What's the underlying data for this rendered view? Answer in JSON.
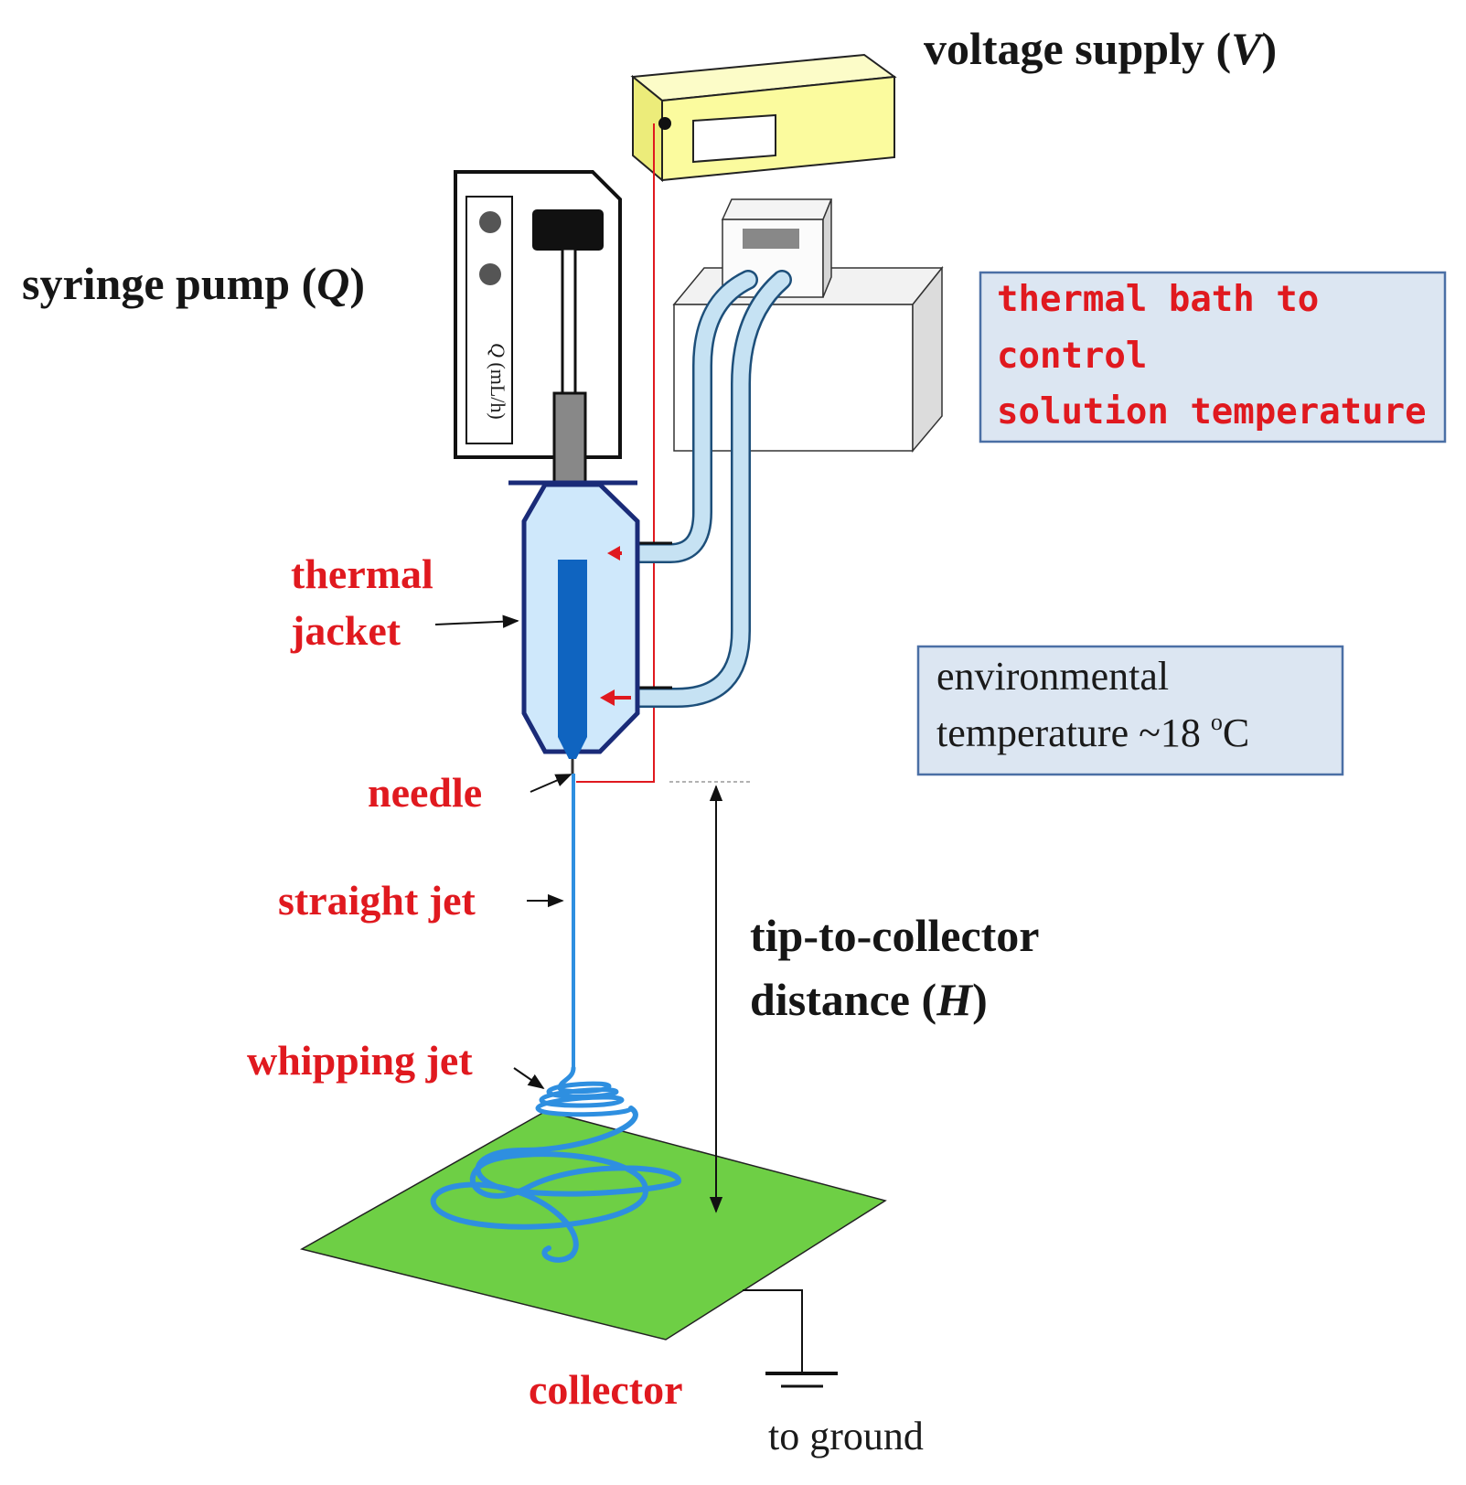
{
  "labels": {
    "voltage_supply": "voltage supply (",
    "voltage_symbol": "V",
    "syringe_pump": "syringe pump (",
    "syringe_symbol": "Q",
    "pump_readout_symbol": "Q",
    "pump_readout_unit": " (mL/h)",
    "thermal_bath_line1": "thermal bath to",
    "thermal_bath_line2": "control",
    "thermal_bath_line3": "solution temperature",
    "thermal_jacket_line1": "thermal",
    "thermal_jacket_line2": "jacket",
    "environmental_line1": "environmental",
    "environmental_line2_prefix": "temperature ~18 ",
    "environmental_degree": "o",
    "environmental_unit": "C",
    "needle": "needle",
    "straight_jet": "straight jet",
    "whipping_jet": "whipping jet",
    "distance_line1": "tip-to-collector",
    "distance_line2_prefix": "distance (",
    "distance_symbol": "H",
    "collector": "collector",
    "to_ground": "to ground",
    "closing_paren": ")"
  },
  "colors": {
    "label_red": "#e0191f",
    "label_black": "#161616",
    "voltage_box": "#fbfb9e",
    "callout_fill": "#dce6f2",
    "callout_border": "#4a6fa5",
    "jacket_fill": "#cfe8fb",
    "solution_blue": "#0f64c0",
    "jet_blue": "#2e8fe0",
    "tube_fill": "#c6e2f3",
    "collector_green": "#6ecf45",
    "wire_red": "#e0191f"
  },
  "icons": [
    "voltage-supply-box",
    "syringe-pump-device",
    "thermal-bath-device",
    "thermal-jacket",
    "collector-plate",
    "ground-symbol"
  ]
}
